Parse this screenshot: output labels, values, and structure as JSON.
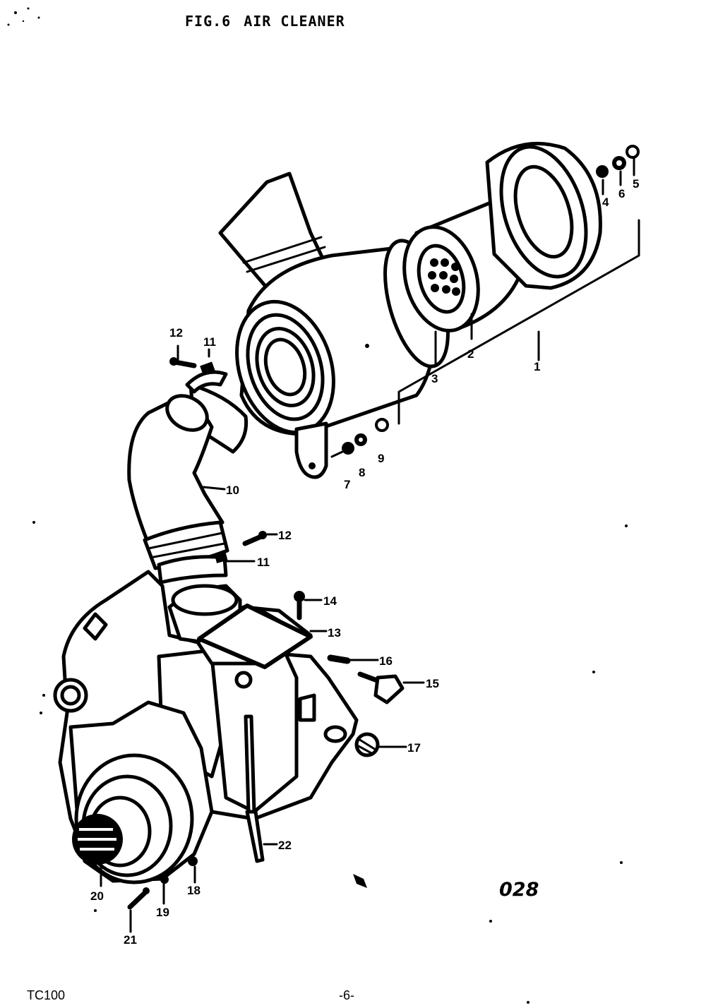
{
  "header": {
    "fig": "FIG.6",
    "name": "AIR CLEANER"
  },
  "footer": {
    "model": "TC100",
    "page": "-6-",
    "code": "028"
  },
  "callouts": [
    "1",
    "2",
    "3",
    "4",
    "5",
    "6",
    "7",
    "8",
    "9",
    "10",
    "11",
    "11",
    "12",
    "12",
    "13",
    "14",
    "15",
    "16",
    "17",
    "18",
    "19",
    "20",
    "21",
    "22"
  ]
}
